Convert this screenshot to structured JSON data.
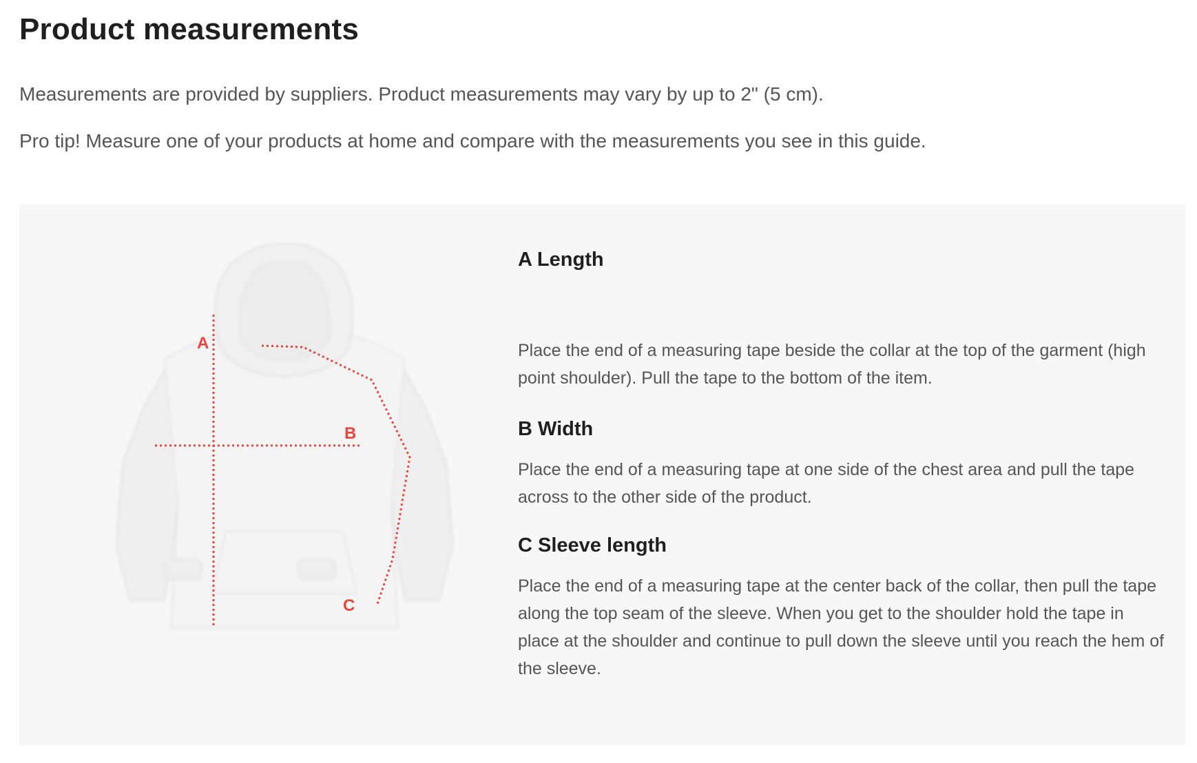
{
  "page": {
    "title": "Product measurements",
    "intro": [
      "Measurements are provided by suppliers. Product measurements may vary by up to 2\" (5 cm).",
      "Pro tip! Measure one of your products at home and compare with the measurements you see in this guide."
    ]
  },
  "diagram": {
    "labels": {
      "a": "A",
      "b": "B",
      "c": "C"
    },
    "accent_color": "#e8453c"
  },
  "measurements": [
    {
      "title": "A Length",
      "description": "Place the end of a measuring tape beside the collar at the top of the garment (high point shoulder). Pull the tape to the bottom of the item."
    },
    {
      "title": "B Width",
      "description": "Place the end of a measuring tape at one side of the chest area and pull the tape across to the other side of the product."
    },
    {
      "title": "C Sleeve length",
      "description": "Place the end of a measuring tape at the center back of the collar, then pull the tape along the top seam of the sleeve. When you get to the shoulder hold the tape in place at the shoulder and continue to pull down the sleeve until you reach the hem of the sleeve."
    }
  ]
}
